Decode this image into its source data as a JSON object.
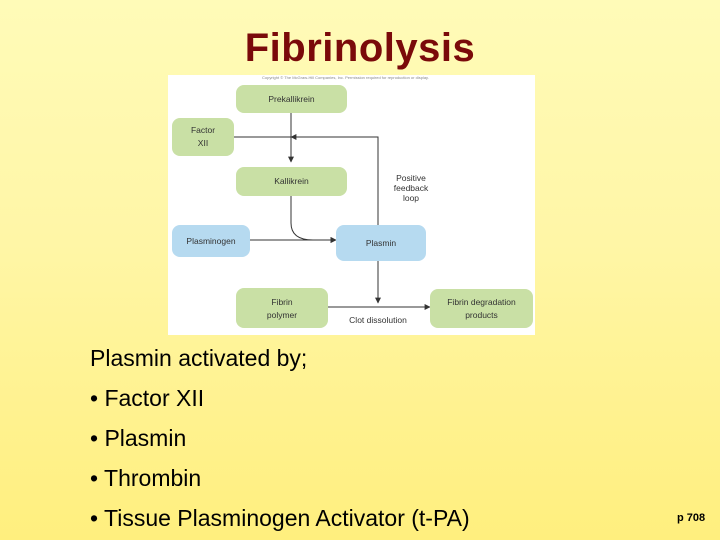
{
  "slide": {
    "title": "Fibrinolysis",
    "page_ref": "p 708"
  },
  "diagram": {
    "copyright": "Copyright © The McGraw-Hill Companies, Inc. Permission required for reproduction or display.",
    "nodes": {
      "prekallikrein": "Prekallikrein",
      "factor_xii_line1": "Factor",
      "factor_xii_line2": "XII",
      "kallikrein": "Kallikrein",
      "positive_feedback_line1": "Positive",
      "positive_feedback_line2": "feedback",
      "positive_feedback_line3": "loop",
      "plasminogen": "Plasminogen",
      "plasmin": "Plasmin",
      "fibrin_line1": "Fibrin",
      "fibrin_line2": "polymer",
      "clot_dissolution": "Clot dissolution",
      "fdp_line1": "Fibrin degradation",
      "fdp_line2": "products"
    },
    "colors": {
      "green_box": "#c9e0a5",
      "blue_box": "#b6daf0",
      "arrow": "#333333"
    }
  },
  "body": {
    "heading": "Plasmin activated by;",
    "items": [
      "• Factor XII",
      "• Plasmin",
      "• Thrombin",
      "• Tissue Plasminogen Activator (t-PA)"
    ]
  }
}
